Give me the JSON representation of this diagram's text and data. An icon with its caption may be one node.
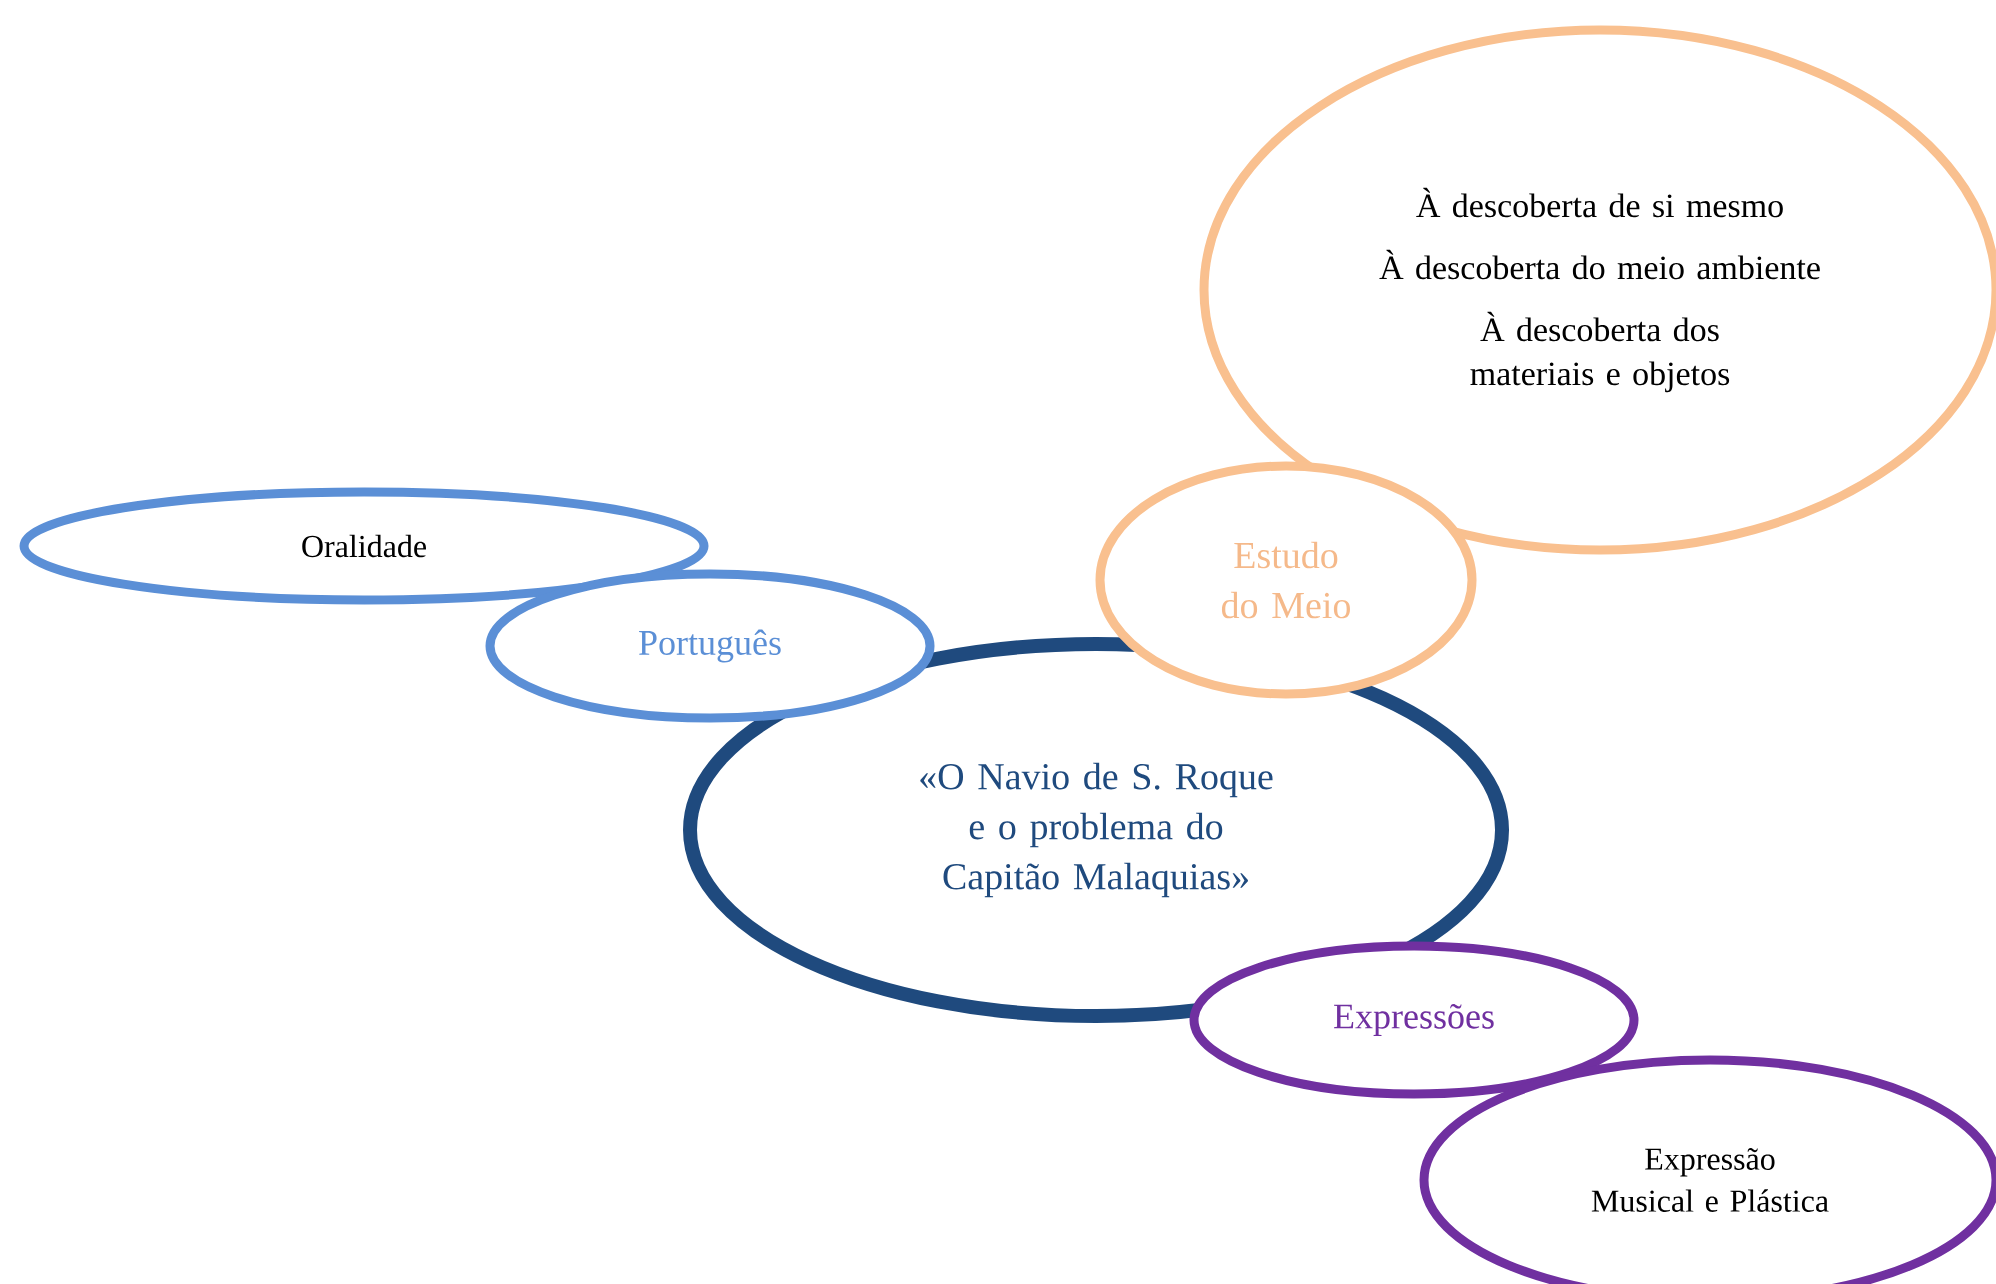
{
  "diagram": {
    "nodes": [
      {
        "text": [
          "«O Navio de S. Roque e o problema do Capitão Malaquias»"
        ]
      },
      {
        "text": [
          "Português"
        ]
      },
      {
        "text": [
          "Oralidade"
        ]
      },
      {
        "text": [
          "Estudo do Meio"
        ]
      },
      {
        "text": [
          "À descoberta de si mesmo",
          "À descoberta do meio ambiente",
          "À descoberta dos materiais e objetos"
        ]
      },
      {
        "text": [
          "Expressões"
        ]
      },
      {
        "text": [
          "Expressão Musical e Plástica"
        ]
      }
    ]
  }
}
